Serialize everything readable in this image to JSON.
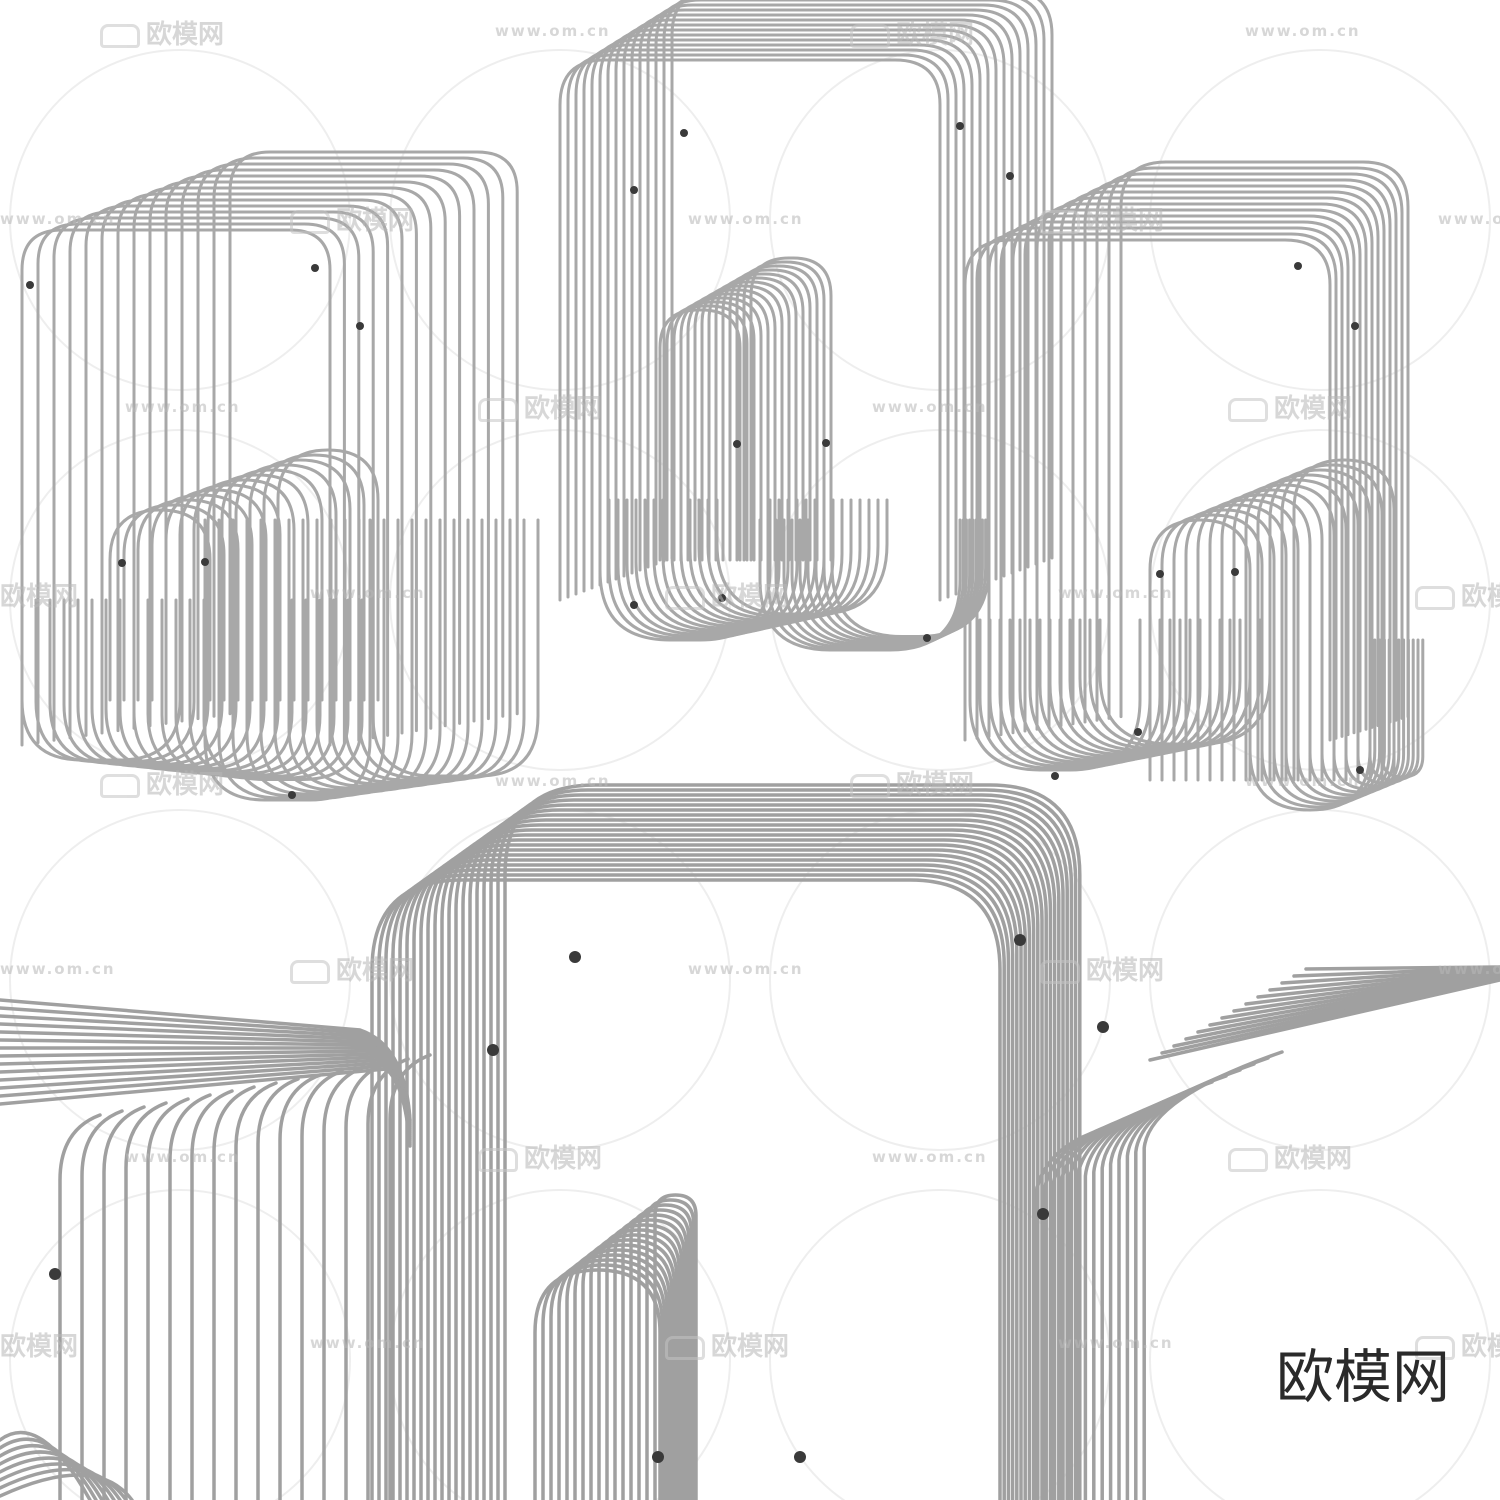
{
  "watermark": {
    "brand": "欧模网",
    "url": "www.om.cn"
  },
  "corner_brand": "欧模网",
  "colors": {
    "background": "#ffffff",
    "rod": "#9c9c9c",
    "rod_light": "#d4d4d4",
    "cap": "#3a3a3a",
    "watermark": "#b8b8b8"
  }
}
